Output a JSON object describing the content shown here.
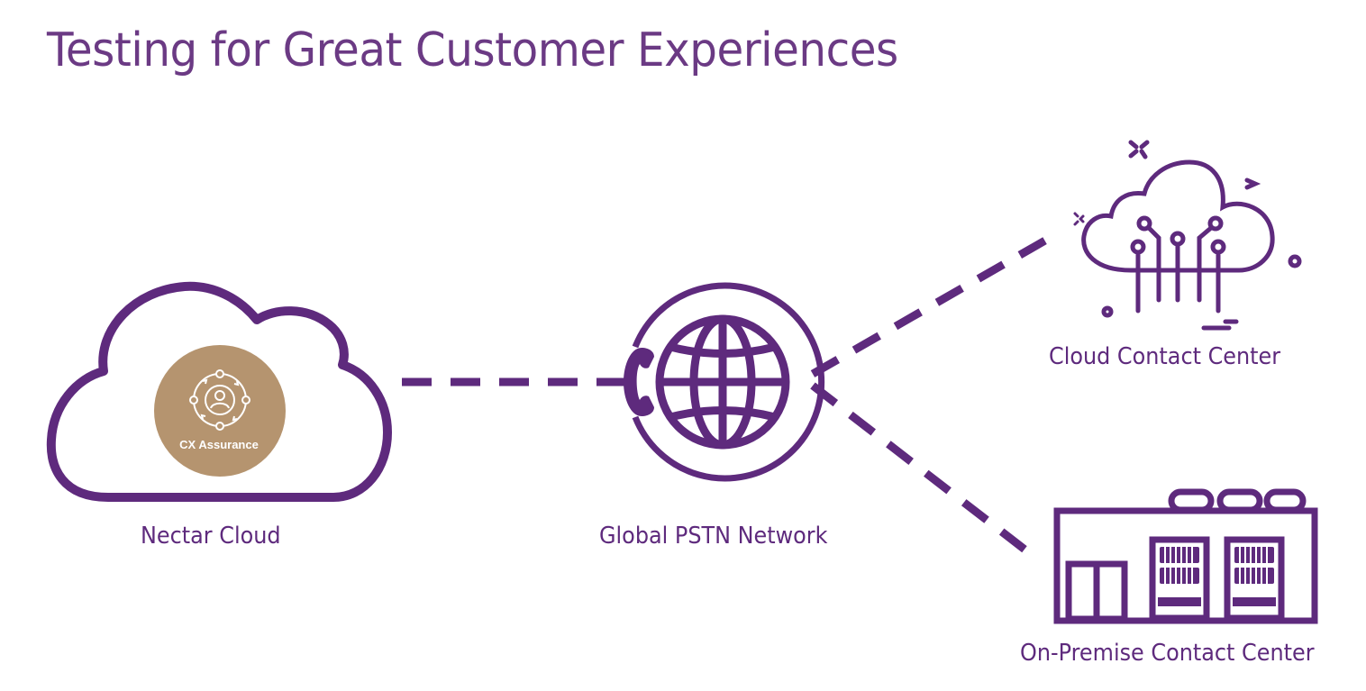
{
  "title": "Testing for Great Customer Experiences",
  "colors": {
    "primary_purple": "#5e2a7d",
    "title_purple": "#6b3a84",
    "badge_tan": "#b5946f",
    "badge_text": "#ffffff"
  },
  "nodes": {
    "nectar_cloud": {
      "label": "Nectar Cloud",
      "badge": "CX Assurance",
      "icon": "cloud-icon"
    },
    "pstn": {
      "label": "Global PSTN Network",
      "icon": "globe-phone-icon"
    },
    "cloud_cc": {
      "label": "Cloud Contact Center",
      "icon": "cloud-circuit-icon"
    },
    "onprem_cc": {
      "label": "On-Premise Contact Center",
      "icon": "building-icon"
    }
  }
}
